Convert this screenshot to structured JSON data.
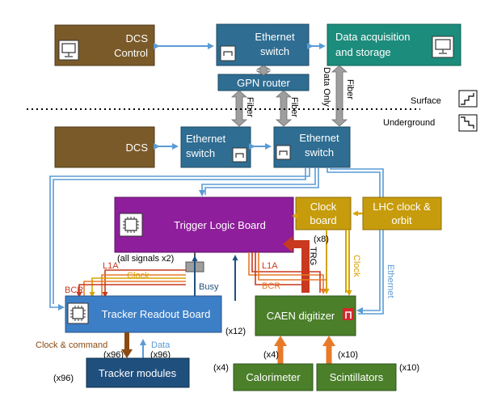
{
  "boxes": {
    "dcs_control": {
      "line1": "DCS",
      "line2": "Control"
    },
    "eth_switch_top": {
      "line1": "Ethernet",
      "line2": "switch"
    },
    "daq": {
      "line1": "Data acquisition",
      "line2": "and storage"
    },
    "gpn_router": {
      "label": "GPN router"
    },
    "dcs": {
      "label": "DCS"
    },
    "eth_switch_left": {
      "line1": "Ethernet",
      "line2": "switch"
    },
    "eth_switch_center": {
      "line1": "Ethernet",
      "line2": "switch"
    },
    "trigger_logic_board": {
      "label": "Trigger Logic Board"
    },
    "clock_board": {
      "line1": "Clock",
      "line2": "board"
    },
    "lhc_clock": {
      "line1": "LHC clock &",
      "line2": "orbit"
    },
    "tracker_readout_board": {
      "label": "Tracker Readout Board"
    },
    "caen_digitizer": {
      "label": "CAEN digitizer"
    },
    "tracker_modules": {
      "label": "Tracker modules"
    },
    "calorimeter": {
      "label": "Calorimeter"
    },
    "scintillators": {
      "label": "Scintillators"
    }
  },
  "labels": {
    "surface": "Surface",
    "underground": "Underground",
    "fiber": "Fiber",
    "data_only": "Data Only",
    "all_signals": "(all signals x2)",
    "l1a": "L1A",
    "clock": "Clock",
    "bcr": "BCR",
    "busy": "Busy",
    "trg": "TRG",
    "ethernet": "Ethernet",
    "x8": "(x8)",
    "x12": "(x12)",
    "clock_command": "Clock & command",
    "data": "Data",
    "x96": "(x96)",
    "x4": "(x4)",
    "x10": "(x10)"
  },
  "colors": {
    "olive": "#7a5a28",
    "steel": "#2f6d92",
    "teal": "#1c8c7c",
    "purple": "#8e1e9b",
    "gold": "#c79c0c",
    "trb": "#3d7fc6",
    "green": "#4b7f2a",
    "navy": "#1f4f7d",
    "orange": "#e87a2a",
    "red": "#c8391f",
    "blue_line": "#5b9bd5",
    "gray": "#9e9e9e"
  }
}
